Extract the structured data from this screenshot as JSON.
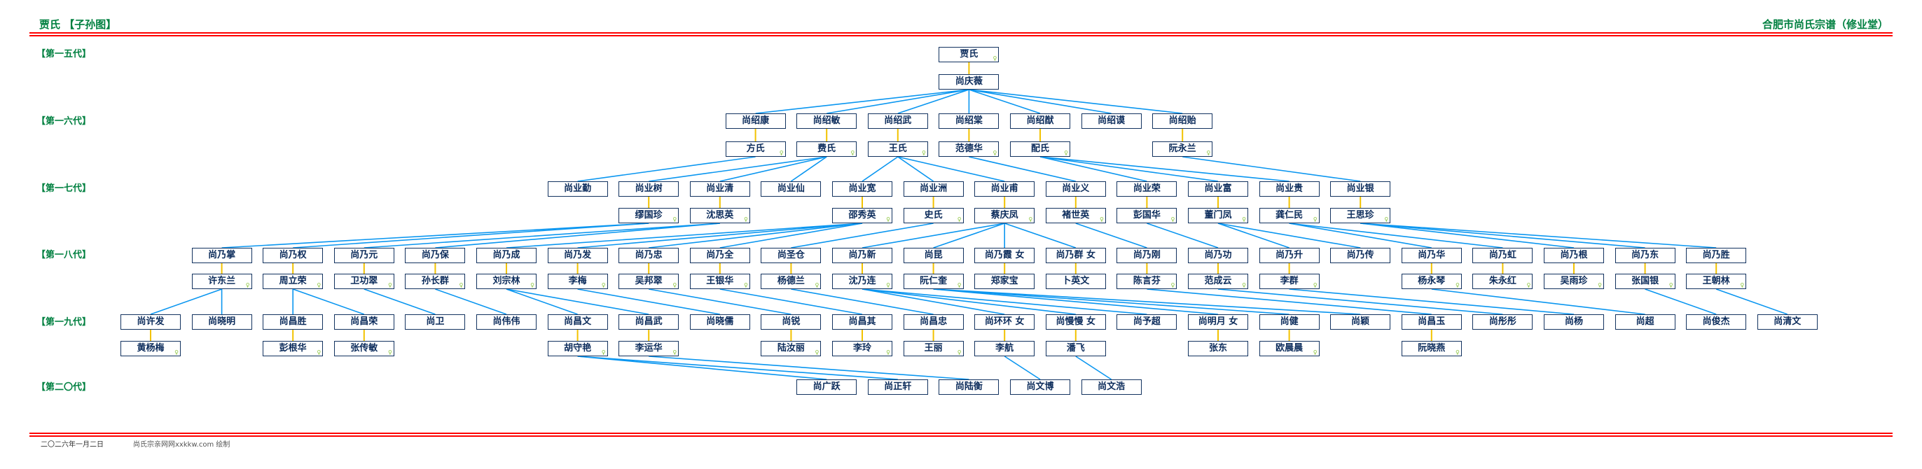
{
  "header": {
    "title_left": "贾氏 【子孙图】",
    "title_right": "合肥市尚氏宗谱（修业堂）"
  },
  "footer": {
    "date": "二〇二六年一月二日",
    "credit": "尚氏宗亲网网xxkkw.com 绘制"
  },
  "colors": {
    "header_green": "#008040",
    "rule_red": "#ff0000",
    "box_border": "#12325f",
    "descent_line": "#0a96f0",
    "spouse_line": "#f2c200",
    "female_icon": "#8ac43a"
  },
  "female_icon": "female-symbol",
  "generations": [
    {
      "label": "【第一五代】",
      "members": [
        {
          "name": "贾氏",
          "name_icon": true,
          "spouse": "尚庆薇"
        }
      ]
    },
    {
      "label": "【第一六代】",
      "members": [
        {
          "name": "尚绍康",
          "spouse": "方氏",
          "spouse_icon": true,
          "parent": "贾氏"
        },
        {
          "name": "尚绍敏",
          "spouse": "费氏",
          "spouse_icon": true,
          "parent": "贾氏"
        },
        {
          "name": "尚绍武",
          "spouse": "王氏",
          "spouse_icon": true,
          "parent": "贾氏"
        },
        {
          "name": "尚绍棠",
          "spouse": "范德华",
          "spouse_icon": true,
          "parent": "贾氏"
        },
        {
          "name": "尚绍猷",
          "spouse": "配氏",
          "spouse_icon": true,
          "parent": "贾氏"
        },
        {
          "name": "尚绍谟",
          "parent": "贾氏"
        },
        {
          "name": "尚绍贻",
          "spouse": "阮永兰",
          "spouse_icon": true,
          "parent": "贾氏"
        }
      ]
    },
    {
      "label": "【第一七代】",
      "members": [
        {
          "name": "尚业勤",
          "parent": "尚绍康"
        },
        {
          "name": "尚业树",
          "spouse": "缪国珍",
          "spouse_icon": true,
          "parent": "尚绍敏"
        },
        {
          "name": "尚业清",
          "spouse": "沈思英",
          "spouse_icon": true,
          "parent": "尚绍敏"
        },
        {
          "name": "尚业仙",
          "parent": "尚绍敏"
        },
        {
          "name": "尚业宽",
          "spouse": "邵秀英",
          "spouse_icon": true,
          "parent": "尚绍武"
        },
        {
          "name": "尚业洲",
          "spouse": "史氏",
          "spouse_icon": true,
          "parent": "尚绍武"
        },
        {
          "name": "尚业甫",
          "spouse": "蔡庆凤",
          "spouse_icon": true,
          "parent": "尚绍武"
        },
        {
          "name": "尚业义",
          "spouse": "褚世英",
          "spouse_icon": true,
          "parent": "尚绍棠"
        },
        {
          "name": "尚业荣",
          "spouse": "彭国华",
          "spouse_icon": true,
          "parent": "尚绍猷"
        },
        {
          "name": "尚业富",
          "spouse": "董门凤",
          "spouse_icon": true,
          "parent": "尚绍猷"
        },
        {
          "name": "尚业贵",
          "spouse": "龚仁民",
          "spouse_icon": true,
          "parent": "尚绍猷"
        },
        {
          "name": "尚业银",
          "spouse": "王思珍",
          "spouse_icon": true,
          "parent": "尚绍贻"
        }
      ]
    },
    {
      "label": "【第一八代】",
      "members": [
        {
          "name": "尚乃掌",
          "spouse": "许东兰",
          "spouse_icon": true,
          "parent": "尚业树"
        },
        {
          "name": "尚乃权",
          "spouse": "周立荣",
          "spouse_icon": true,
          "parent": "尚业树"
        },
        {
          "name": "尚乃元",
          "spouse": "卫功翠",
          "spouse_icon": true,
          "parent": "尚业清"
        },
        {
          "name": "尚乃保",
          "spouse": "孙长群",
          "spouse_icon": true,
          "parent": "尚业清"
        },
        {
          "name": "尚乃成",
          "spouse": "刘宗林",
          "spouse_icon": true,
          "parent": "尚业宽"
        },
        {
          "name": "尚乃发",
          "spouse": "李梅",
          "spouse_icon": true,
          "parent": "尚业宽"
        },
        {
          "name": "尚乃忠",
          "spouse": "吴邦翠",
          "spouse_icon": true,
          "parent": "尚业宽"
        },
        {
          "name": "尚乃全",
          "spouse": "王银华",
          "spouse_icon": true,
          "parent": "尚业宽"
        },
        {
          "name": "尚圣仓",
          "spouse": "杨德兰",
          "spouse_icon": true,
          "parent": "尚业洲"
        },
        {
          "name": "尚乃新",
          "spouse": "沈乃连",
          "spouse_icon": true,
          "parent": "尚业甫"
        },
        {
          "name": "尚昆",
          "spouse": "阮仁奎",
          "spouse_icon": true,
          "parent": "尚业甫"
        },
        {
          "name": "尚乃霞 女",
          "spouse": "郑家宝",
          "parent": "尚业甫"
        },
        {
          "name": "尚乃群 女",
          "spouse": "卜英文",
          "parent": "尚业甫"
        },
        {
          "name": "尚乃刚",
          "spouse": "陈言芬",
          "spouse_icon": true,
          "parent": "尚业义"
        },
        {
          "name": "尚乃功",
          "spouse": "范成云",
          "spouse_icon": true,
          "parent": "尚业荣"
        },
        {
          "name": "尚乃升",
          "spouse": "李群",
          "spouse_icon": true,
          "parent": "尚业富"
        },
        {
          "name": "尚乃传",
          "parent": "尚业富"
        },
        {
          "name": "尚乃华",
          "spouse": "杨永琴",
          "spouse_icon": true,
          "parent": "尚业贵"
        },
        {
          "name": "尚乃虹",
          "spouse": "朱永红",
          "spouse_icon": true,
          "parent": "尚业贵"
        },
        {
          "name": "尚乃根",
          "spouse": "吴雨珍",
          "spouse_icon": true,
          "parent": "尚业银"
        },
        {
          "name": "尚乃东",
          "spouse": "张国银",
          "spouse_icon": true,
          "parent": "尚业银"
        },
        {
          "name": "尚乃胜",
          "spouse": "王朝林",
          "spouse_icon": true,
          "parent": "尚业银"
        }
      ]
    },
    {
      "label": "【第一九代】",
      "members": [
        {
          "name": "尚许发",
          "spouse": "黄杨梅",
          "spouse_icon": true,
          "parent": "尚乃掌"
        },
        {
          "name": "尚晓明",
          "parent": "尚乃掌"
        },
        {
          "name": "尚昌胜",
          "spouse": "彭根华",
          "spouse_icon": true,
          "parent": "尚乃权"
        },
        {
          "name": "尚昌荣",
          "spouse": "张传敏",
          "spouse_icon": true,
          "parent": "尚乃权"
        },
        {
          "name": "尚卫",
          "parent": "尚乃元"
        },
        {
          "name": "尚伟伟",
          "parent": "尚乃保"
        },
        {
          "name": "尚昌文",
          "spouse": "胡守艳",
          "spouse_icon": true,
          "parent": "尚乃成"
        },
        {
          "name": "尚昌武",
          "spouse": "李运华",
          "spouse_icon": true,
          "parent": "尚乃成"
        },
        {
          "name": "尚晓儒",
          "parent": "尚乃发"
        },
        {
          "name": "尚锐",
          "spouse": "陆汝丽",
          "spouse_icon": true,
          "parent": "尚乃忠"
        },
        {
          "name": "尚昌其",
          "spouse": "李玲",
          "spouse_icon": true,
          "parent": "尚乃全"
        },
        {
          "name": "尚昌忠",
          "spouse": "王丽",
          "spouse_icon": true,
          "parent": "尚圣仓"
        },
        {
          "name": "尚环环 女",
          "spouse": "李航",
          "parent": "尚乃新"
        },
        {
          "name": "尚慢慢 女",
          "spouse": "潘飞",
          "parent": "尚乃新"
        },
        {
          "name": "尚予超",
          "parent": "尚乃新"
        },
        {
          "name": "尚明月 女",
          "spouse": "张东",
          "parent": "尚昆"
        },
        {
          "name": "尚健",
          "spouse": "欧晨晨",
          "spouse_icon": true,
          "parent": "尚昆"
        },
        {
          "name": "尚颖",
          "parent": "尚昆"
        },
        {
          "name": "尚昌玉",
          "spouse": "阮晓燕",
          "spouse_icon": true,
          "parent": "尚乃刚"
        },
        {
          "name": "尚彤彤",
          "parent": "尚乃功"
        },
        {
          "name": "尚杨",
          "parent": "尚乃升"
        },
        {
          "name": "尚超",
          "parent": "尚乃华"
        },
        {
          "name": "尚俊杰",
          "parent": "尚乃东"
        },
        {
          "name": "尚清文",
          "parent": "尚乃胜"
        }
      ]
    },
    {
      "label": "【第二〇代】",
      "members": [
        {
          "name": "尚广跃",
          "parent": "尚昌文"
        },
        {
          "name": "尚正轩",
          "parent": "尚昌文"
        },
        {
          "name": "尚陆衡",
          "parent": "尚昌武"
        },
        {
          "name": "尚文博",
          "parent": "尚环环 女"
        },
        {
          "name": "尚文浩",
          "parent": "尚慢慢 女"
        }
      ]
    }
  ]
}
